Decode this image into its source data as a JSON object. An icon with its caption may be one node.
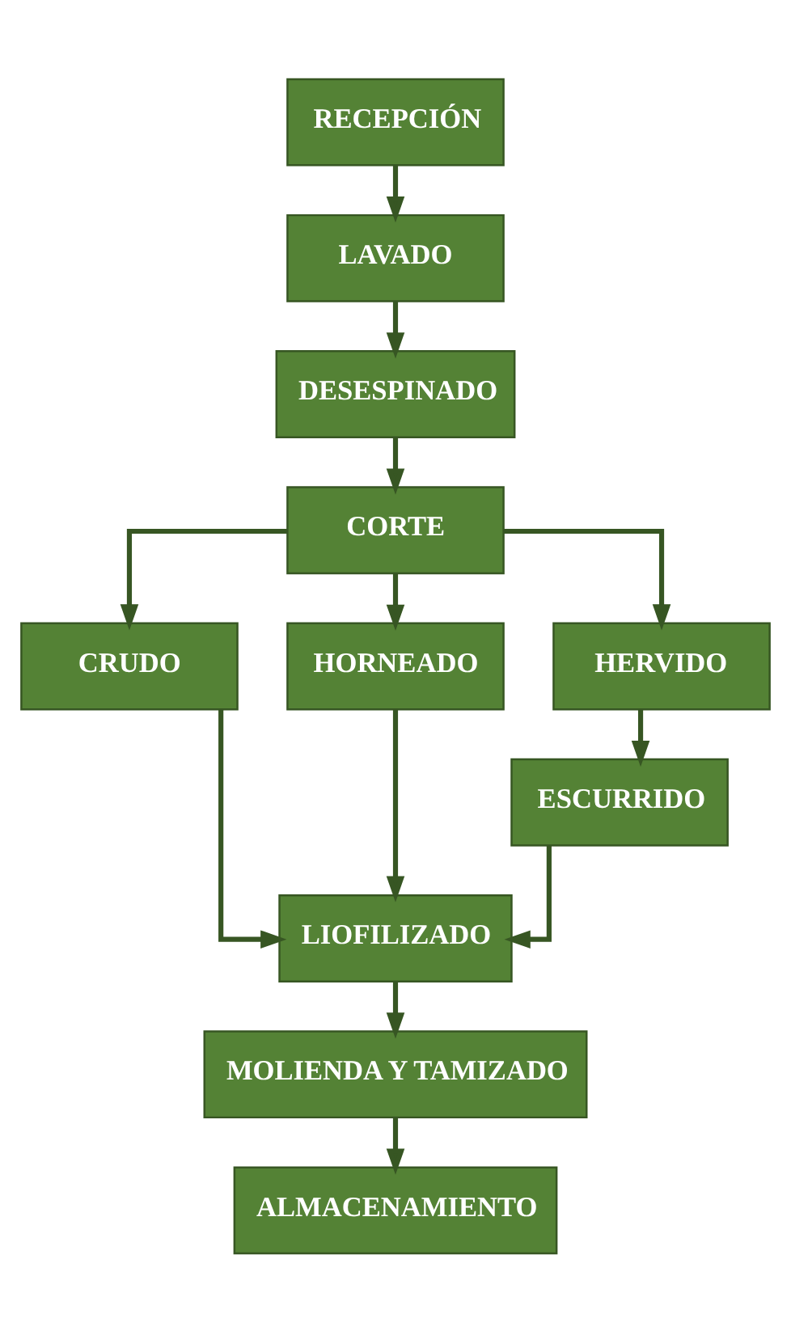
{
  "diagram": {
    "nodes": [
      {
        "text": [
          "RECEPCIÓN"
        ]
      },
      {
        "text": [
          "LAVADO"
        ]
      },
      {
        "text": [
          "DESESPINADO"
        ]
      },
      {
        "text": [
          "CORTE"
        ]
      },
      {
        "text": [
          "CRUDO"
        ]
      },
      {
        "text": [
          "HORNEADO"
        ]
      },
      {
        "text": [
          "HERVIDO"
        ]
      },
      {
        "text": [
          "ESCURRIDO"
        ]
      },
      {
        "text": [
          "LIOFILIZADO"
        ]
      },
      {
        "text": [
          "MOLIENDA Y TAMIZADO"
        ]
      },
      {
        "text": [
          "ALMACENAMIENTO"
        ]
      }
    ],
    "edges": [
      {
        "from": 0,
        "to": 1,
        "arrow": "to"
      },
      {
        "from": 1,
        "to": 2,
        "arrow": "to"
      },
      {
        "from": 2,
        "to": 3,
        "arrow": "to"
      },
      {
        "from": 3,
        "to": 4,
        "arrow": "to"
      },
      {
        "from": 3,
        "to": 5,
        "arrow": "to"
      },
      {
        "from": 3,
        "to": 6,
        "arrow": "to"
      },
      {
        "from": 6,
        "to": 7,
        "arrow": "to"
      },
      {
        "from": 4,
        "to": 8,
        "arrow": "to"
      },
      {
        "from": 5,
        "to": 8,
        "arrow": "to"
      },
      {
        "from": 7,
        "to": 8,
        "arrow": "to"
      },
      {
        "from": 8,
        "to": 9,
        "arrow": "to"
      },
      {
        "from": 9,
        "to": 10,
        "arrow": "to"
      }
    ]
  }
}
